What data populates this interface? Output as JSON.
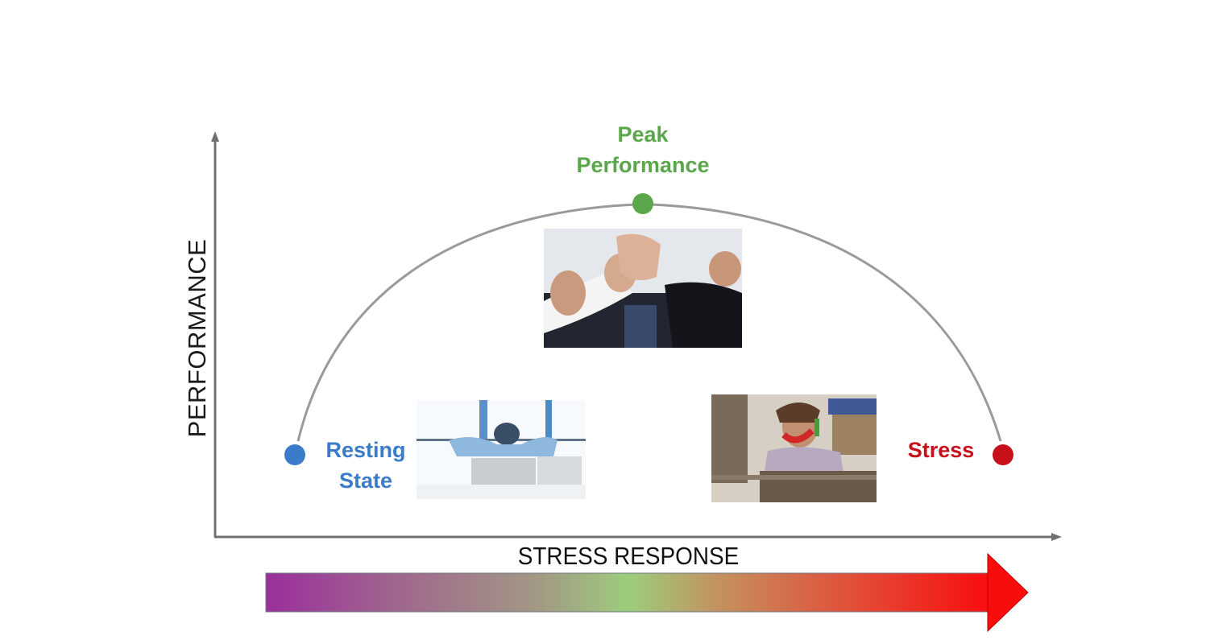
{
  "diagram": {
    "title": "",
    "y_axis_label": "PERFORMANCE",
    "x_axis_label": "STRESS RESPONSE",
    "points": [
      {
        "id": "resting",
        "line1": "Resting",
        "line2": "State",
        "color": "#3a7cc9"
      },
      {
        "id": "peak",
        "line1": "Peak",
        "line2": "Performance",
        "color": "#5aa64a"
      },
      {
        "id": "stress",
        "line1": "Stress",
        "line2": "",
        "color": "#c8101a"
      }
    ],
    "images": [
      {
        "id": "resting-photo",
        "alt": "Man relaxing at desk with hands behind head"
      },
      {
        "id": "peak-photo",
        "alt": "Team high-fiving together"
      },
      {
        "id": "stress-photo",
        "alt": "Stressed man on phone surrounded by paperwork"
      }
    ],
    "gradient_arrow": {
      "colors": [
        "#9a2f9c",
        "#a0668e",
        "#9f9a84",
        "#9ccd7c",
        "#c58f5e",
        "#e44a35",
        "#f80d0d"
      ]
    },
    "curve_color": "#9a9a9a",
    "axis_color": "#707070"
  }
}
